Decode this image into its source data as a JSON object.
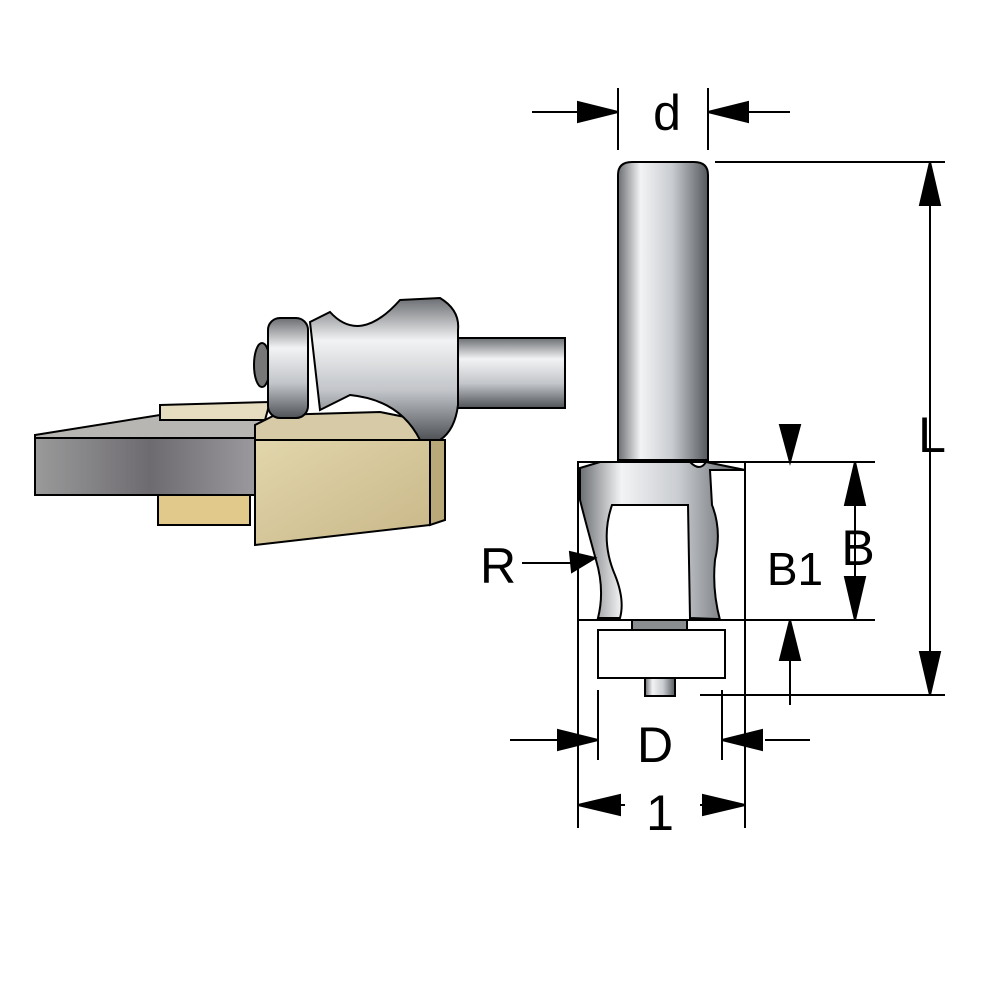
{
  "diagram": {
    "labels": {
      "shank_diameter": "d",
      "total_length": "L",
      "cutting_height": "B",
      "profile_height": "B1",
      "radius": "R",
      "cutting_diameter": "D",
      "bearing_reference": "1"
    },
    "colors": {
      "line": "#000000",
      "steel_dark": "#5f6266",
      "steel_light": "#e6e8ea",
      "wood": "#d8c89a",
      "granite": "#8c8c8c"
    }
  }
}
